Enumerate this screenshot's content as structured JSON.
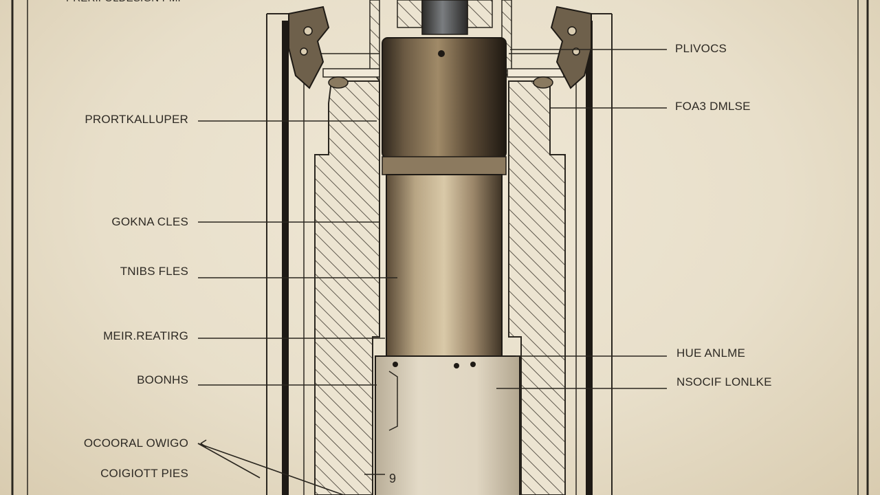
{
  "title_fragment": "PRERIFOLDESIGN PMP",
  "labels_left": [
    {
      "id": "prortkalluper",
      "text": "PRORTKALLUPER"
    },
    {
      "id": "gokna-cles",
      "text": "GOKNA CLES"
    },
    {
      "id": "tnibs-fles",
      "text": "TNIBS FLES"
    },
    {
      "id": "meir-reatirg",
      "text": "MEIR.REATIRG"
    },
    {
      "id": "boonhs",
      "text": "BOONHS"
    },
    {
      "id": "ocooral-owigo",
      "text": "OCOORAL OWIGO"
    },
    {
      "id": "coigiott-pies",
      "text": "COIGIOTT PIES"
    }
  ],
  "labels_right": [
    {
      "id": "plivocs",
      "text": "PLIVOCS"
    },
    {
      "id": "foa3-dmlse",
      "text": "FOA3 DMLSE"
    },
    {
      "id": "hue-anlme",
      "text": "HUE ANLME"
    },
    {
      "id": "nsocif-lonlke",
      "text": "NSOCIF LONLKE"
    }
  ],
  "marker_text": "9",
  "colors": {
    "paper": "#ece3cf",
    "ink": "#2a261f",
    "metal_dark": "#4a3f30",
    "metal_mid": "#a8977a",
    "metal_light": "#d8ccb2",
    "sleeve": "#d9d0bd"
  }
}
